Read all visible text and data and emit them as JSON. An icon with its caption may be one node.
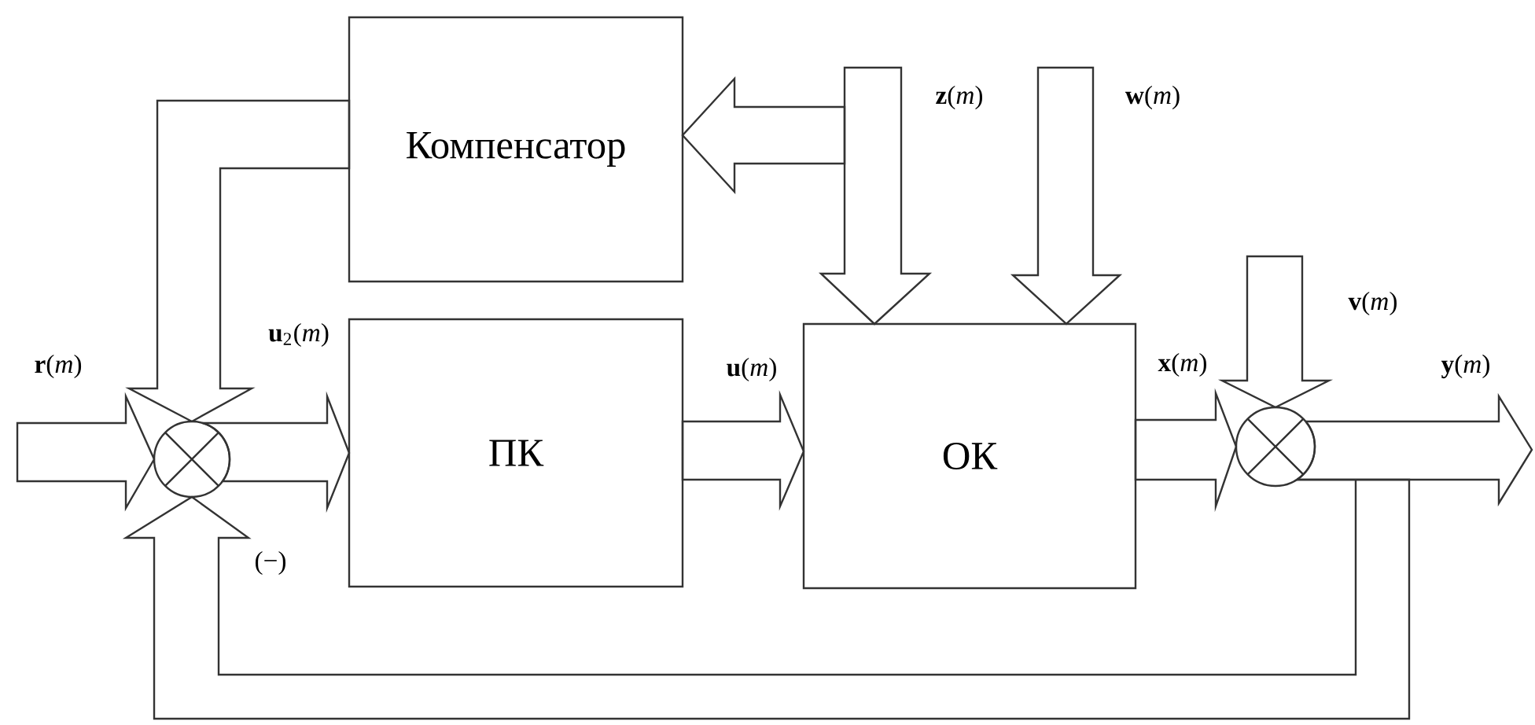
{
  "diagram": {
    "nodes": [
      {
        "text": [
          "Компенсатор"
        ]
      },
      {
        "text": [
          "ПК"
        ]
      },
      {
        "text": [
          "ОК"
        ]
      },
      {
        "text": [],
        "shape": "circle"
      },
      {
        "text": [],
        "shape": "circle"
      }
    ],
    "edges": [
      {
        "from": null,
        "to": 3,
        "arrow": "to",
        "label": "**r**(*m*)"
      },
      {
        "from": 0,
        "to": 3,
        "arrow": "to",
        "label": "**u**$_{2}$(*m*)"
      },
      {
        "from": 3,
        "to": 1,
        "arrow": "to"
      },
      {
        "from": 1,
        "to": 2,
        "arrow": "to",
        "label": "**u**(*m*)"
      },
      {
        "from": null,
        "to": 0,
        "arrow": "to"
      },
      {
        "from": null,
        "to": 2,
        "arrow": "to",
        "label": "**z**(*m*)"
      },
      {
        "from": null,
        "to": 2,
        "arrow": "to",
        "label": "**w**(*m*)"
      },
      {
        "from": 2,
        "to": 4,
        "arrow": "to",
        "label": "**x**(*m*)"
      },
      {
        "from": null,
        "to": 4,
        "arrow": "to",
        "label": "**v**(*m*)"
      },
      {
        "from": 4,
        "to": null,
        "arrow": "to",
        "label": "**y**(*m*)"
      },
      {
        "from": 4,
        "to": 3,
        "arrow": "to"
      }
    ],
    "labels": [
      "(−)"
    ]
  }
}
